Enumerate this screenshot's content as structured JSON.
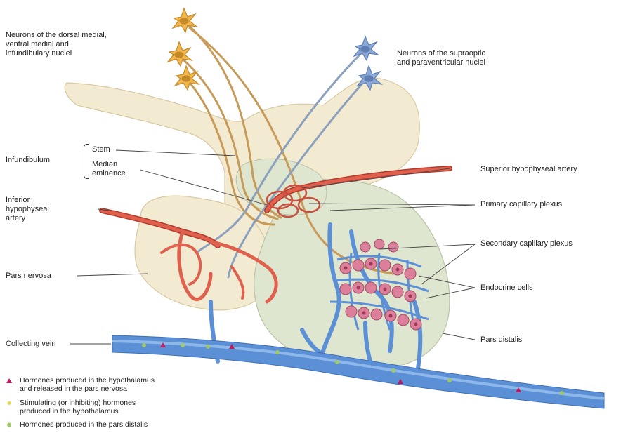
{
  "labels": {
    "dorsal_neurons": "Neurons of the dorsal medial,\nventral medial and\ninfundibulary nuclei",
    "supraoptic_neurons": "Neurons of the supraoptic\nand paraventricular nuclei",
    "infundibulum": "Infundibulum",
    "stem": "Stem",
    "median_eminence": "Median\neminence",
    "superior_artery": "Superior hypophyseal artery",
    "inferior_artery": "Inferior\nhypophyseal\nartery",
    "primary_plexus": "Primary capillary plexus",
    "secondary_plexus": "Secondary capillary plexus",
    "endocrine_cells": "Endocrine cells",
    "pars_nervosa": "Pars nervosa",
    "pars_distalis": "Pars distalis",
    "collecting_vein": "Collecting vein"
  },
  "legend": [
    {
      "text": "Hormones produced in the hypothalamus\nand released in the pars nervosa",
      "marker": "triangle",
      "color": "#c2185b"
    },
    {
      "text": "Stimulating (or inhibiting) hormones\nproduced in the hypothalamus",
      "marker": "dot",
      "color": "#e8d94a"
    },
    {
      "text": "Hormones produced in the pars distalis",
      "marker": "circle",
      "color": "#9fca66"
    }
  ],
  "colors": {
    "tissue": "#f3ead2",
    "distalis": "#dfe6cf",
    "artery": "#e0604e",
    "artery_dark": "#b33a2b",
    "vein": "#5b8fd6",
    "vein_light": "#8fb8ea",
    "neuron_orange": "#f2b64a",
    "neuron_blue": "#8aa8d8",
    "axon_orange": "#c89a58",
    "axon_blue": "#8aa0bd",
    "cell_pink": "#dc7f9b"
  }
}
